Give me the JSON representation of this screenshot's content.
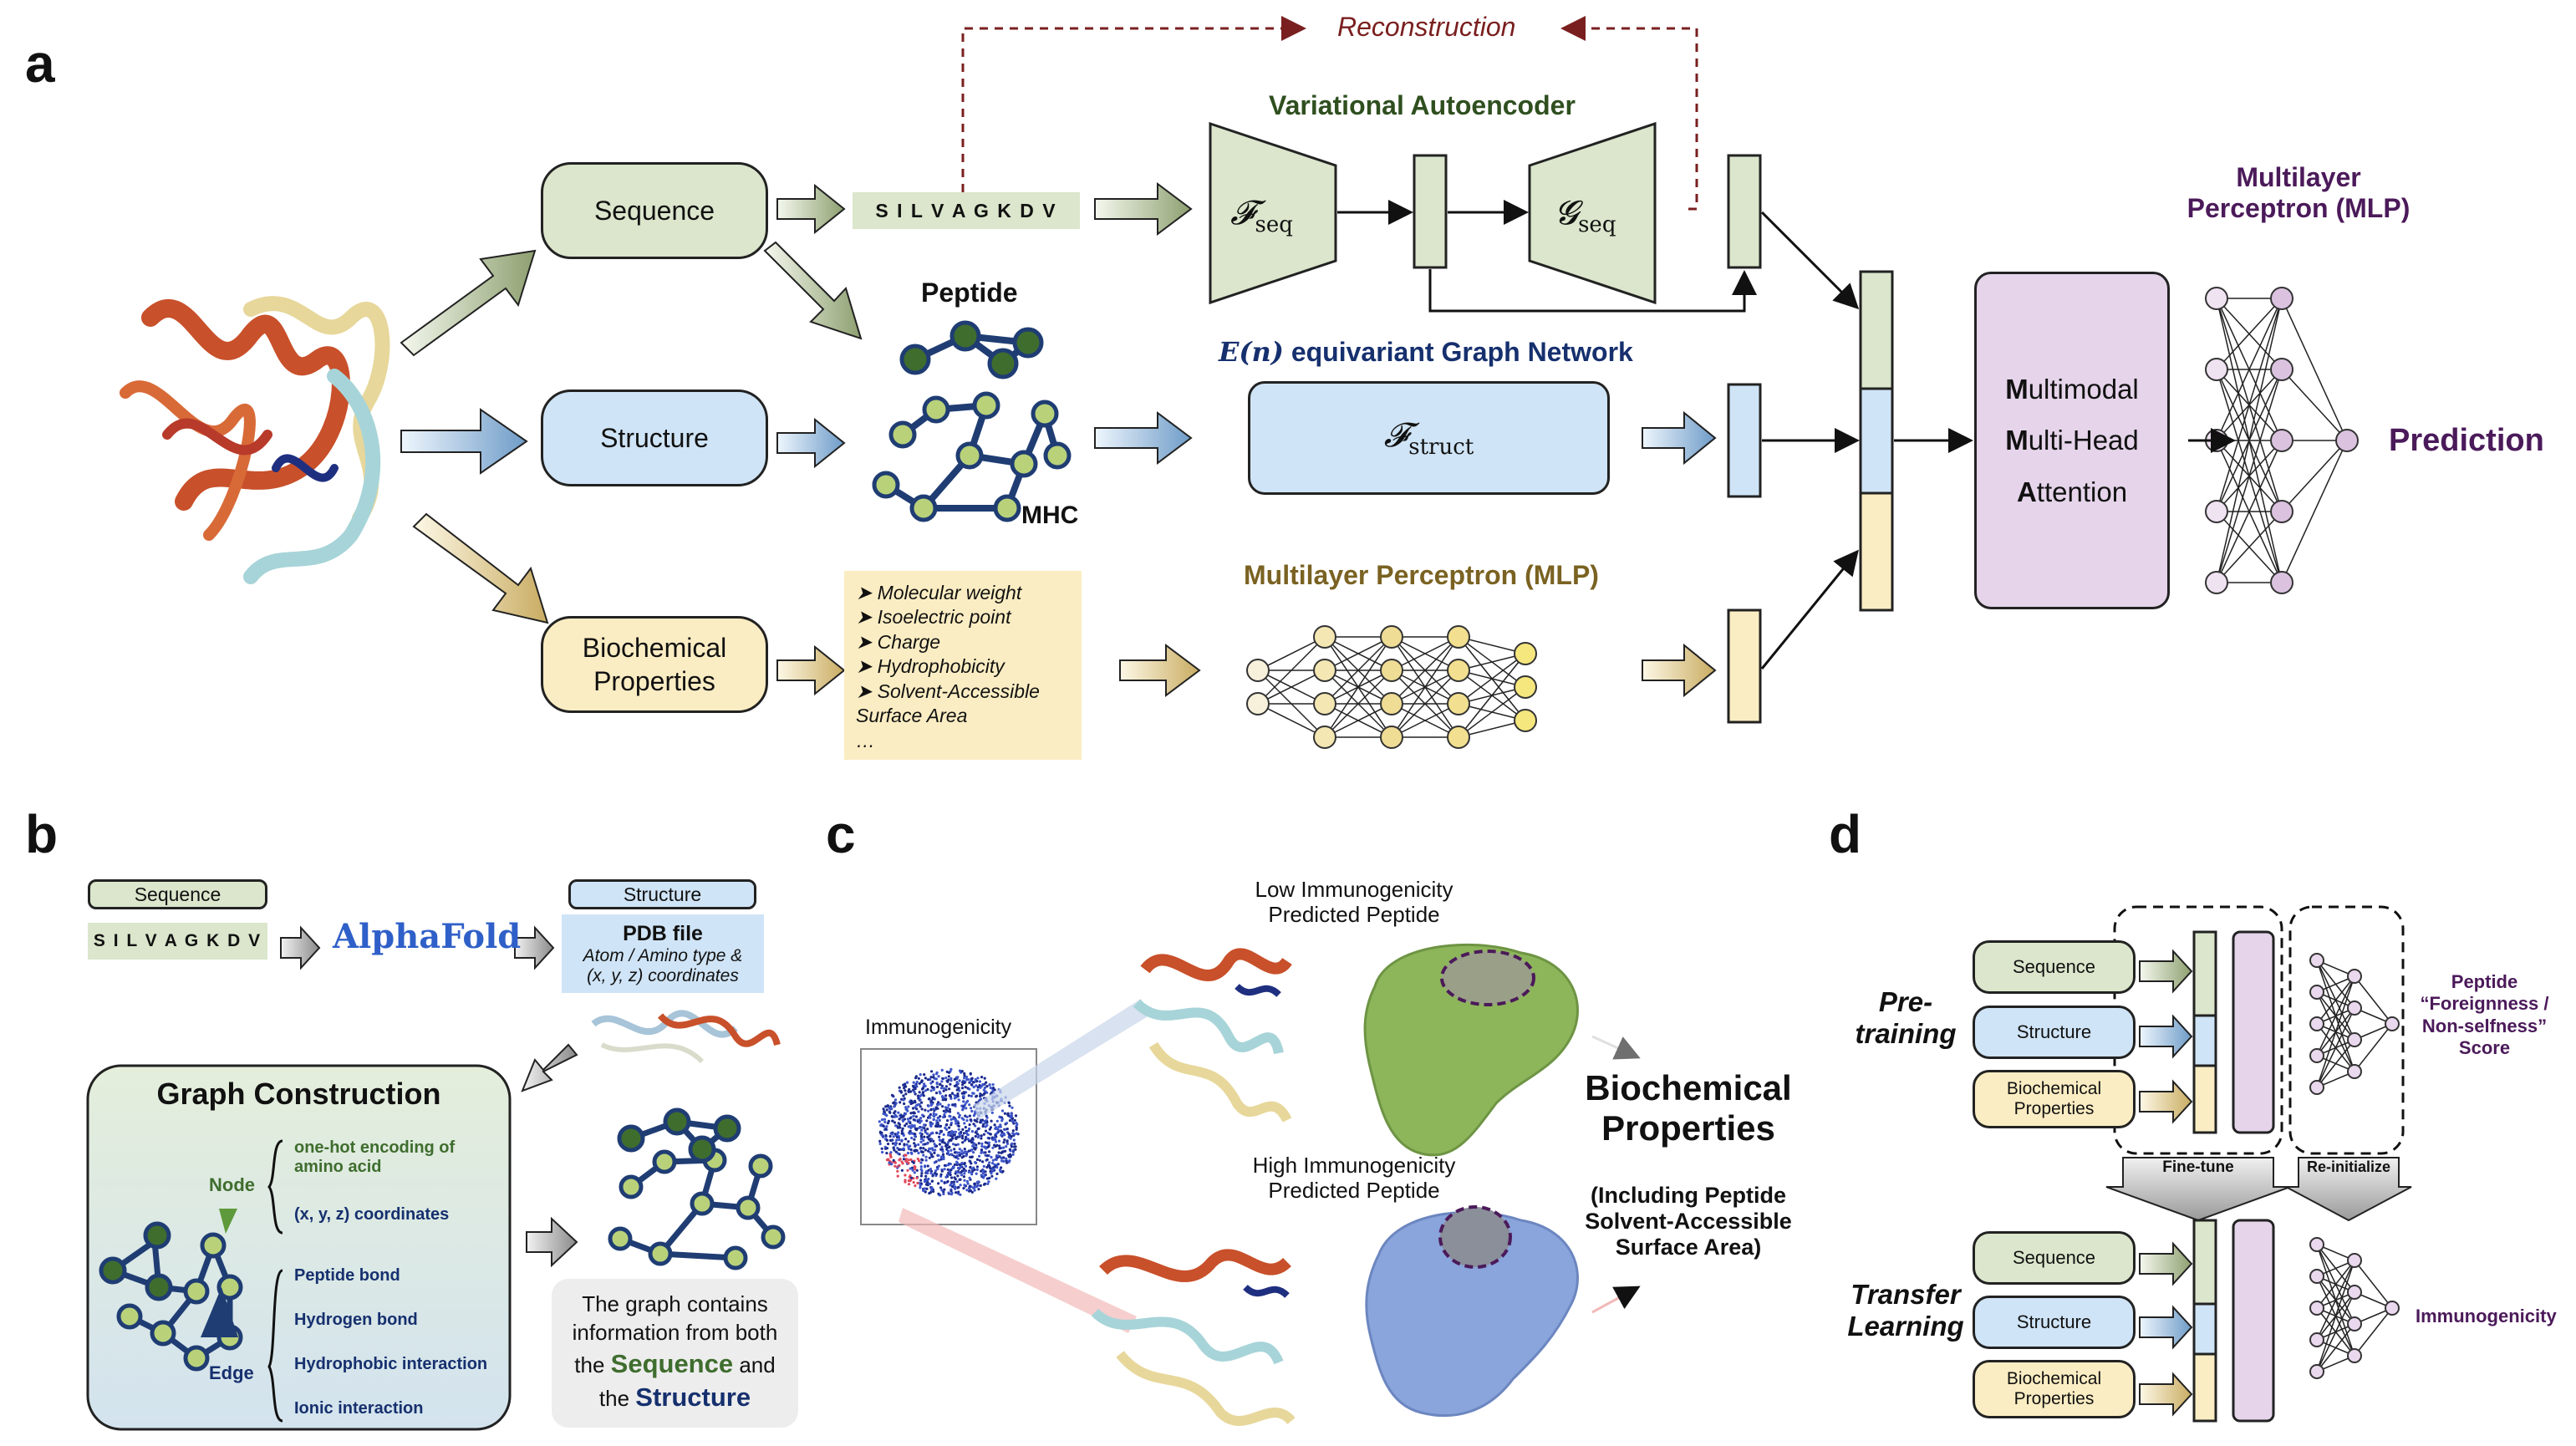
{
  "colors": {
    "sequence": "#dbe6cc",
    "structure": "#cfe4f6",
    "biochem": "#fbedc3",
    "attention": "#e5d4ea",
    "reconstruction": "#7a1f1f",
    "vae_title": "#2f4f1f",
    "graph_title": "#16306e",
    "mlp_title": "#7a6222",
    "prediction": "#4b1a5a"
  },
  "panel_a": {
    "label": "a",
    "sequence": "Sequence",
    "structure": "Structure",
    "biochem_line1": "Biochemical",
    "biochem_line2": "Properties",
    "peptide_seq": "S I L V A G K D V",
    "reconstruction": "Reconstruction",
    "vae_title": "Variational Autoencoder",
    "f_seq": "𝓕",
    "f_seq_sub": "seq",
    "g_seq": "𝓖",
    "g_seq_sub": "seq",
    "peptide_label": "Peptide",
    "mhc_label": "MHC",
    "egnn_title_math": "E(n)",
    "egnn_title": " equivariant Graph Network",
    "f_struct": "𝓕",
    "f_struct_sub": "struct",
    "biochem_list": [
      "➤ Molecular weight",
      "➤ Isoelectric point",
      "➤ Charge",
      "➤ Hydrophobicity",
      "➤ Solvent-Accessible",
      "Surface Area",
      "…"
    ],
    "mlp_title": "Multilayer Perceptron (MLP)",
    "mlp_top_line1": "Multilayer",
    "mlp_top_line2": "Perceptron (MLP)",
    "attn_line1_b": "M",
    "attn_line1": "ultimodal",
    "attn_line2_b": "M",
    "attn_line2": "ulti-Head",
    "attn_line3_b": "A",
    "attn_line3": "ttention",
    "prediction": "Prediction"
  },
  "panel_b": {
    "label": "b",
    "sequence": "Sequence",
    "peptide_seq": "S I L V A G K D V",
    "alphafold": "AlphaFold",
    "structure": "Structure",
    "pdb_title": "PDB file",
    "pdb_line1": "Atom / Amino type &",
    "pdb_line2": "(x, y, z) coordinates",
    "graph_title": "Graph Construction",
    "node_label": "Node",
    "node_feat1_line1": "one-hot encoding of",
    "node_feat1_line2": "amino acid",
    "node_feat2": "(x, y, z) coordinates",
    "edge_label": "Edge",
    "edge_types": [
      "Peptide bond",
      "Hydrogen bond",
      "Hydrophobic interaction",
      "Ionic interaction"
    ],
    "info_line1": "The graph contains",
    "info_line2": "information from both",
    "info_the1": "the ",
    "info_seq": "Sequence",
    "info_and": " and",
    "info_the2": "the ",
    "info_struct": "Structure"
  },
  "panel_c": {
    "label": "c",
    "immunogenicity": "Immunogenicity",
    "low_line1": "Low Immunogenicity",
    "low_line2": "Predicted Peptide",
    "high_line1": "High Immunogenicity",
    "high_line2": "Predicted Peptide",
    "biochem_line1": "Biochemical",
    "biochem_line2": "Properties",
    "incl_line1": "(Including Peptide",
    "incl_line2": "Solvent-Accessible",
    "incl_line3": "Surface Area)"
  },
  "panel_d": {
    "label": "d",
    "pretraining_line1": "Pre-",
    "pretraining_line2": "training",
    "transfer_line1": "Transfer",
    "transfer_line2": "Learning",
    "sequence": "Sequence",
    "structure": "Structure",
    "biochem_line1": "Biochemical",
    "biochem_line2": "Properties",
    "finetune": "Fine-tune",
    "reinit": "Re-initialize",
    "score_line1": "Peptide",
    "score_line2": "“Foreignness /",
    "score_line3": "Non-selfness”",
    "score_line4": "Score",
    "immunogenicity": "Immunogenicity"
  }
}
